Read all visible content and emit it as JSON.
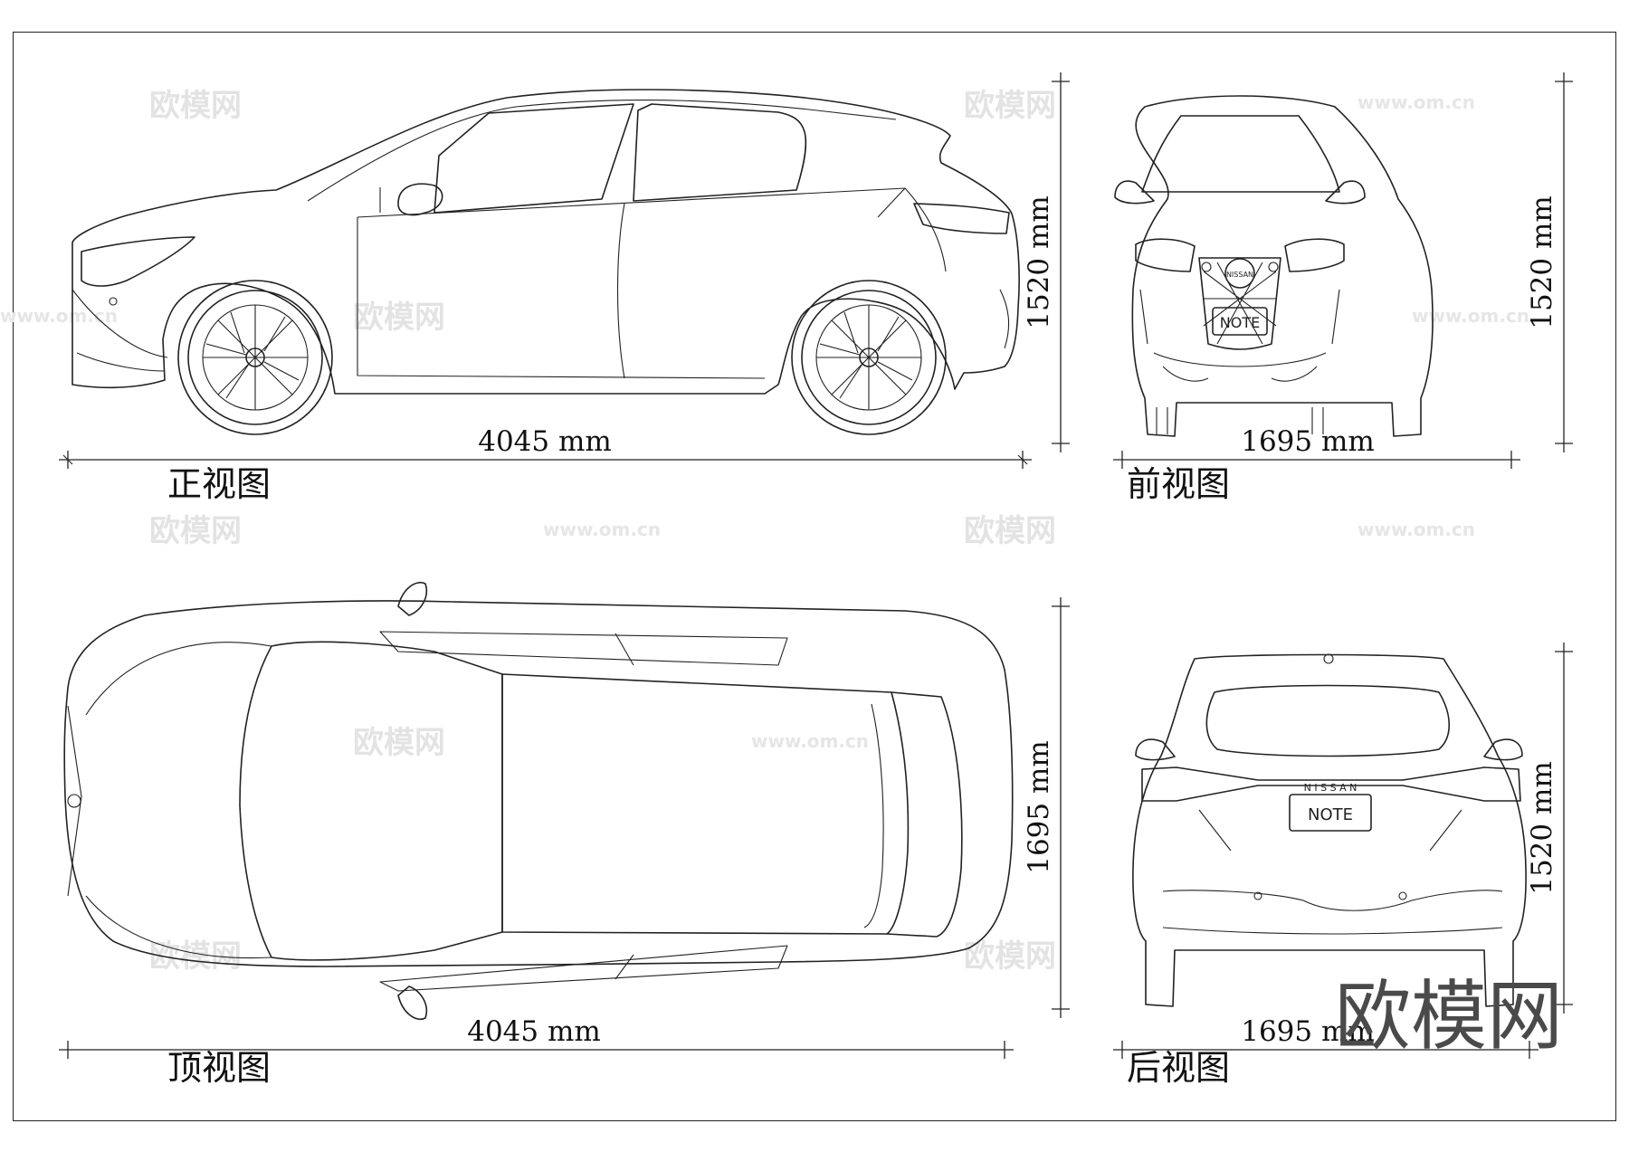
{
  "views": {
    "side": {
      "title": "正视图",
      "length": "4045 mm",
      "height": "1520 mm"
    },
    "front": {
      "title": "前视图",
      "width": "1695 mm",
      "height": "1520 mm",
      "badge": "NOTE",
      "emblem": "NISSAN"
    },
    "top": {
      "title": "顶视图",
      "length": "4045 mm",
      "width": "1695 mm"
    },
    "rear": {
      "title": "后视图",
      "width": "1695 mm",
      "height": "1520 mm",
      "badge": "NOTE",
      "brand": "N I S S A N"
    }
  },
  "watermark": {
    "text": "欧模网",
    "url": "www.om.cn",
    "corner": "欧模网"
  }
}
